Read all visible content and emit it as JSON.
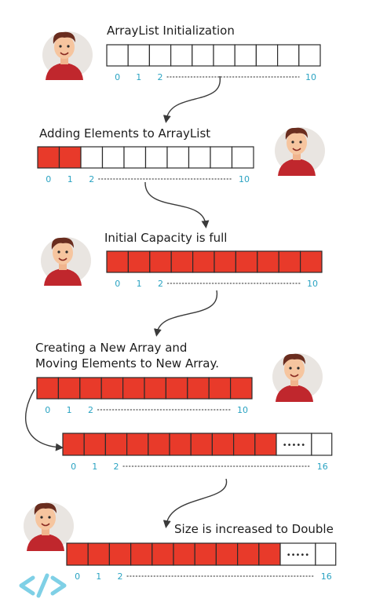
{
  "steps": [
    {
      "caption": "ArrayList Initialization",
      "filled": 0,
      "cells": 10,
      "indices": [
        "0",
        "1",
        "2",
        "10"
      ]
    },
    {
      "caption": "Adding Elements to ArrayList",
      "filled": 2,
      "cells": 10,
      "indices": [
        "0",
        "1",
        "2",
        "10"
      ]
    },
    {
      "caption": "Initial Capacity is full",
      "filled": 10,
      "cells": 10,
      "indices": [
        "0",
        "1",
        "2",
        "10"
      ]
    },
    {
      "caption_lines": [
        "Creating a New Array and",
        "Moving Elements to New Array."
      ],
      "filled": 10,
      "cells": 10,
      "indices": [
        "0",
        "1",
        "2",
        "10"
      ]
    },
    {
      "filled": 10,
      "cells": 12,
      "ellipsis": "•••••",
      "indices": [
        "0",
        "1",
        "2",
        "16"
      ]
    },
    {
      "caption": "Size is increased to Double",
      "filled": 10,
      "cells": 12,
      "ellipsis": "•••••",
      "indices": [
        "0",
        "1",
        "2",
        "16"
      ]
    }
  ],
  "colors": {
    "filled": "#e83a2a",
    "empty": "#ffffff",
    "border": "#2b2b2b",
    "index": "#2aa3c2",
    "arrow": "#3a3a3a",
    "logo": "#7fd0e6"
  },
  "icons": [
    "character-avatar-icon",
    "code-logo-icon"
  ]
}
